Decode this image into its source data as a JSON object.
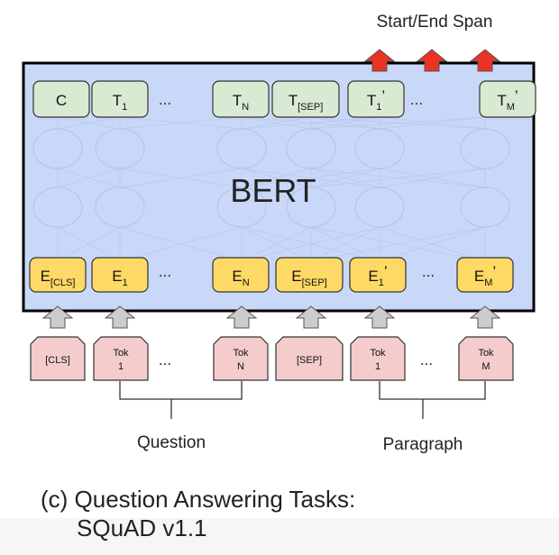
{
  "header": {
    "output_label": "Start/End Span"
  },
  "model": {
    "name": "BERT"
  },
  "outputs": [
    {
      "main": "C",
      "sub": "",
      "prime": ""
    },
    {
      "main": "T",
      "sub": "1",
      "prime": ""
    },
    {
      "main": "T",
      "sub": "N",
      "prime": ""
    },
    {
      "main": "T",
      "sub": "[SEP]",
      "prime": ""
    },
    {
      "main": "T",
      "sub": "1",
      "prime": "’"
    },
    {
      "main": "T",
      "sub": "M",
      "prime": "’"
    }
  ],
  "embeddings": [
    {
      "main": "E",
      "sub": "[CLS]",
      "prime": ""
    },
    {
      "main": "E",
      "sub": "1",
      "prime": ""
    },
    {
      "main": "E",
      "sub": "N",
      "prime": ""
    },
    {
      "main": "E",
      "sub": "[SEP]",
      "prime": ""
    },
    {
      "main": "E",
      "sub": "1",
      "prime": "’"
    },
    {
      "main": "E",
      "sub": "M",
      "prime": "’"
    }
  ],
  "tokens": [
    {
      "line1": "[CLS]",
      "line2": ""
    },
    {
      "line1": "Tok",
      "line2": "1"
    },
    {
      "line1": "Tok",
      "line2": "N"
    },
    {
      "line1": "[SEP]",
      "line2": ""
    },
    {
      "line1": "Tok",
      "line2": "1"
    },
    {
      "line1": "Tok",
      "line2": "M"
    }
  ],
  "ellipsis": "...",
  "groups": {
    "question": "Question",
    "paragraph": "Paragraph"
  },
  "caption": {
    "line1": "(c) Question Answering Tasks:",
    "line2": "SQuAD v1.1"
  },
  "colors": {
    "bert_box": "#c9d8f8",
    "output_box": "#d9ead3",
    "embedding_box": "#ffd966",
    "token_box": "#f4cccc",
    "red_arrow": "#ea3323",
    "gray_arrow": "#cccccc"
  }
}
